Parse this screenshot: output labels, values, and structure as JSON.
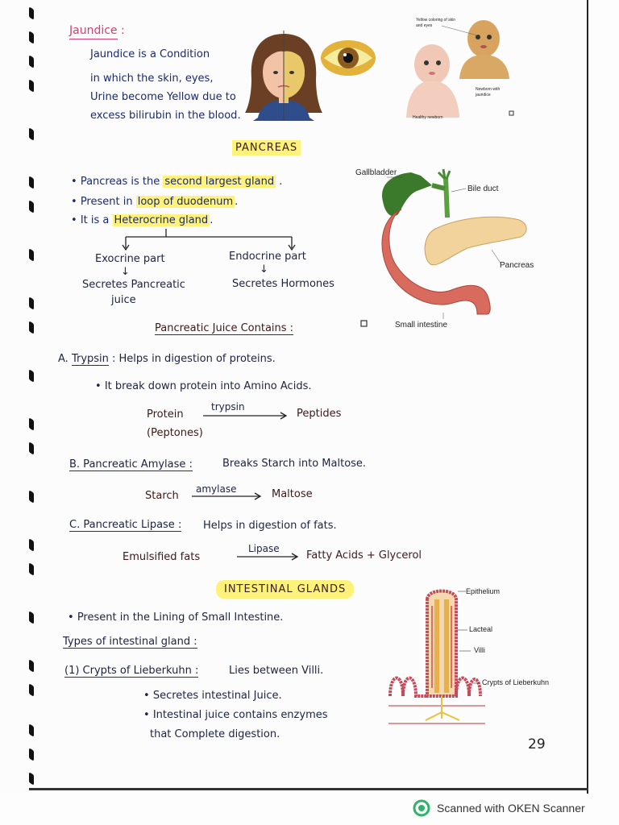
{
  "jaundice": {
    "title": "Jaundice :",
    "line1": "Jaundice is a Condition",
    "line2": "in which the skin, eyes,",
    "line3": "Urine become Yellow due to",
    "line4": "excess bilirubin in the blood.",
    "baby_labels": {
      "yellow": "Yellow coloring of skin and eyes",
      "newborn": "Newborn with jaundice",
      "healthy": "Healthy newborn"
    }
  },
  "pancreas": {
    "title": "PANCREAS",
    "bullet1_a": "Pancreas is the ",
    "bullet1_b": "second largest gland",
    "bullet1_c": " .",
    "bullet2_a": "Present in ",
    "bullet2_b": "loop of duodenum",
    "bullet2_c": ".",
    "bullet3_a": "It is a ",
    "bullet3_b": "Heterocrine gland",
    "bullet3_c": ".",
    "exocrine": "Exocrine part",
    "endocrine": "Endocrine part",
    "exocrine_desc1": "Secretes Pancreatic",
    "exocrine_desc2": "juice",
    "endocrine_desc": "Secretes Hormones",
    "diagram_labels": {
      "gallbladder": "Gallbladder",
      "bile_duct": "Bile duct",
      "pancreas": "Pancreas",
      "small_intestine": "Small intestine"
    }
  },
  "juice": {
    "heading": "Pancreatic Juice Contains :",
    "a_name": "Trypsin",
    "a_prefix": "A. ",
    "a_desc": " : Helps in digestion of proteins.",
    "a_bullet": "It break down protein into Amino Acids.",
    "a_eq_left": "Protein",
    "a_eq_left2": "(Peptones)",
    "a_eq_enzyme": "trypsin",
    "a_eq_right": "Peptides",
    "b_name": "B. Pancreatic Amylase :",
    "b_desc": "Breaks Starch into Maltose.",
    "b_eq_left": "Starch",
    "b_eq_enzyme": "amylase",
    "b_eq_right": "Maltose",
    "c_name": "C. Pancreatic Lipase :",
    "c_desc": "Helps in digestion of fats.",
    "c_eq_left": "Emulsified fats",
    "c_eq_enzyme": "Lipase",
    "c_eq_right": "Fatty Acids + Glycerol"
  },
  "intestinal": {
    "title": "INTESTINAL GLANDS",
    "bullet1": "Present in the Lining of Small Intestine.",
    "types": "Types of intestinal gland :",
    "crypts": "(1) Crypts of Lieberkuhn :",
    "crypts_desc": "Lies between Villi.",
    "sub1": "Secretes intestinal Juice.",
    "sub2": "Intestinal juice contains enzymes",
    "sub3": "that Complete digestion.",
    "diagram_labels": {
      "epithelium": "Epithelium",
      "lacteal": "Lacteal",
      "villi": "Villi",
      "crypts": "Crypts of Lieberkuhn"
    }
  },
  "page_number": "29",
  "footer": {
    "text": "Scanned with OKEN Scanner"
  }
}
